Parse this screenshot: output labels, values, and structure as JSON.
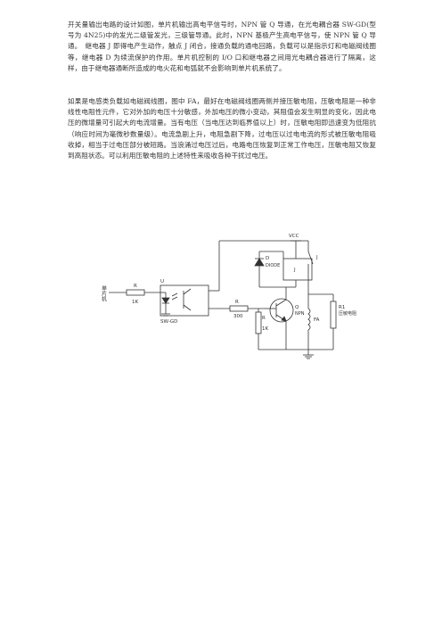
{
  "document": {
    "paragraphs": [
      "开关量输出电路的设计如图，单片机输出高电平信号时，NPN 管 Q 导通，在光电耦合器 SW-GD(型号为 4N25)中的发光二级管发光，三级管导通。此时，NPN 基极产生高电平信号，使 NPN 管 Q 导通。　继电器 J 即得电产生动作，触点 J 闭合，接通负载的通电回路，负载可以是指示灯和电磁阀线圈等，继电器 D 为续流保护的作用。单片机控制的 I/O 口和继电器之间用光电耦合器进行了隔离，这样，由于继电器通断所造成的电火花和电弧就不会影响到单片机系统了。",
      "如果是电感类负载如电磁阀线圈，图中 FA，最好在电磁阀线圈两侧并接压敏电阻，压敏电阻是一种非线性电阻性元件，它对外加的电压十分敏感，外加电压的微小变动，其阻值会发生明显的变化，因此电压的微增量可引起大的电流增量。当有电压（当电压达到临界值以上）时，压敏电阻即迅速变为低阻抗（响应时间为毫微秒数量级）。电流急剧上升，电阻急剧下降，过电压以过电电流的形式被压敏电阻吸收掉，相当于过电压部分被短路。当浪涌过电压过后，电路电压恢复到正常工作电压，压敏电阻又恢复到高阻状态。可以利用压敏电阻的上述特性来吸收各种干扰过电压。"
    ]
  },
  "circuit": {
    "labels": {
      "mcu": "单片机",
      "r_in": "R",
      "r_in_value": "1K",
      "optocoupler": "U",
      "optocoupler_model": "SW-GD",
      "r_base": "R",
      "r_base_value": "300",
      "r_pulldown": "R",
      "r_pulldown_value": "1K",
      "vcc": "VCC",
      "diode": "D",
      "diode_type": "DIODE",
      "relay_coil": "J",
      "relay_contact": "J",
      "transistor": "Q",
      "transistor_type": "NPN",
      "load": "FA",
      "varistor": "R1",
      "varistor_type": "压敏电阻"
    }
  }
}
